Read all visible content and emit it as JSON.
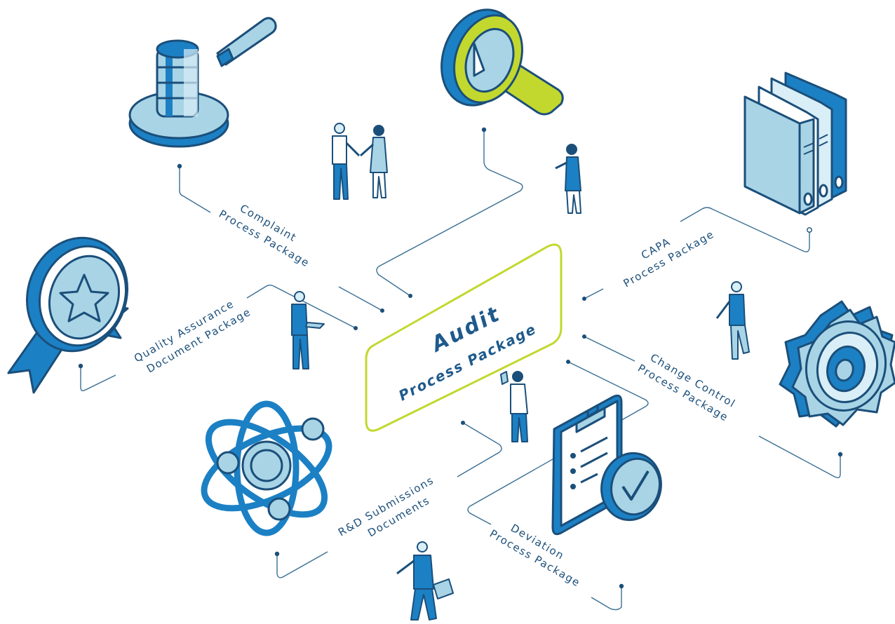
{
  "center": {
    "title": "Audit",
    "subtitle": "Process Package"
  },
  "nodes": {
    "complaint": {
      "line1": "Complaint",
      "line2": "Process Package",
      "icon": "gavel-icon"
    },
    "quality_assurance": {
      "line1": "Quality Assurance",
      "line2": "Document Package",
      "icon": "award-ribbon-icon"
    },
    "rnd": {
      "line1": "R&D Submissions",
      "line2": "Documents",
      "icon": "atom-icon"
    },
    "deviation": {
      "line1": "Deviation",
      "line2": "Process Package",
      "icon": "clipboard-check-icon"
    },
    "change_control": {
      "line1": "Change Control",
      "line2": "Process Package",
      "icon": "gear-icon"
    },
    "capa": {
      "line1": "CAPA",
      "line2": "Process Package",
      "icon": "binders-icon"
    },
    "inspection": {
      "icon": "magnifying-glass-icon"
    }
  },
  "colors": {
    "dark_blue": "#1b4f7a",
    "mid_blue": "#1c80c4",
    "light_blue": "#a8d4e6",
    "pale_blue": "#d9eef7",
    "accent_green": "#c2d82e",
    "line": "#3a6f93"
  }
}
